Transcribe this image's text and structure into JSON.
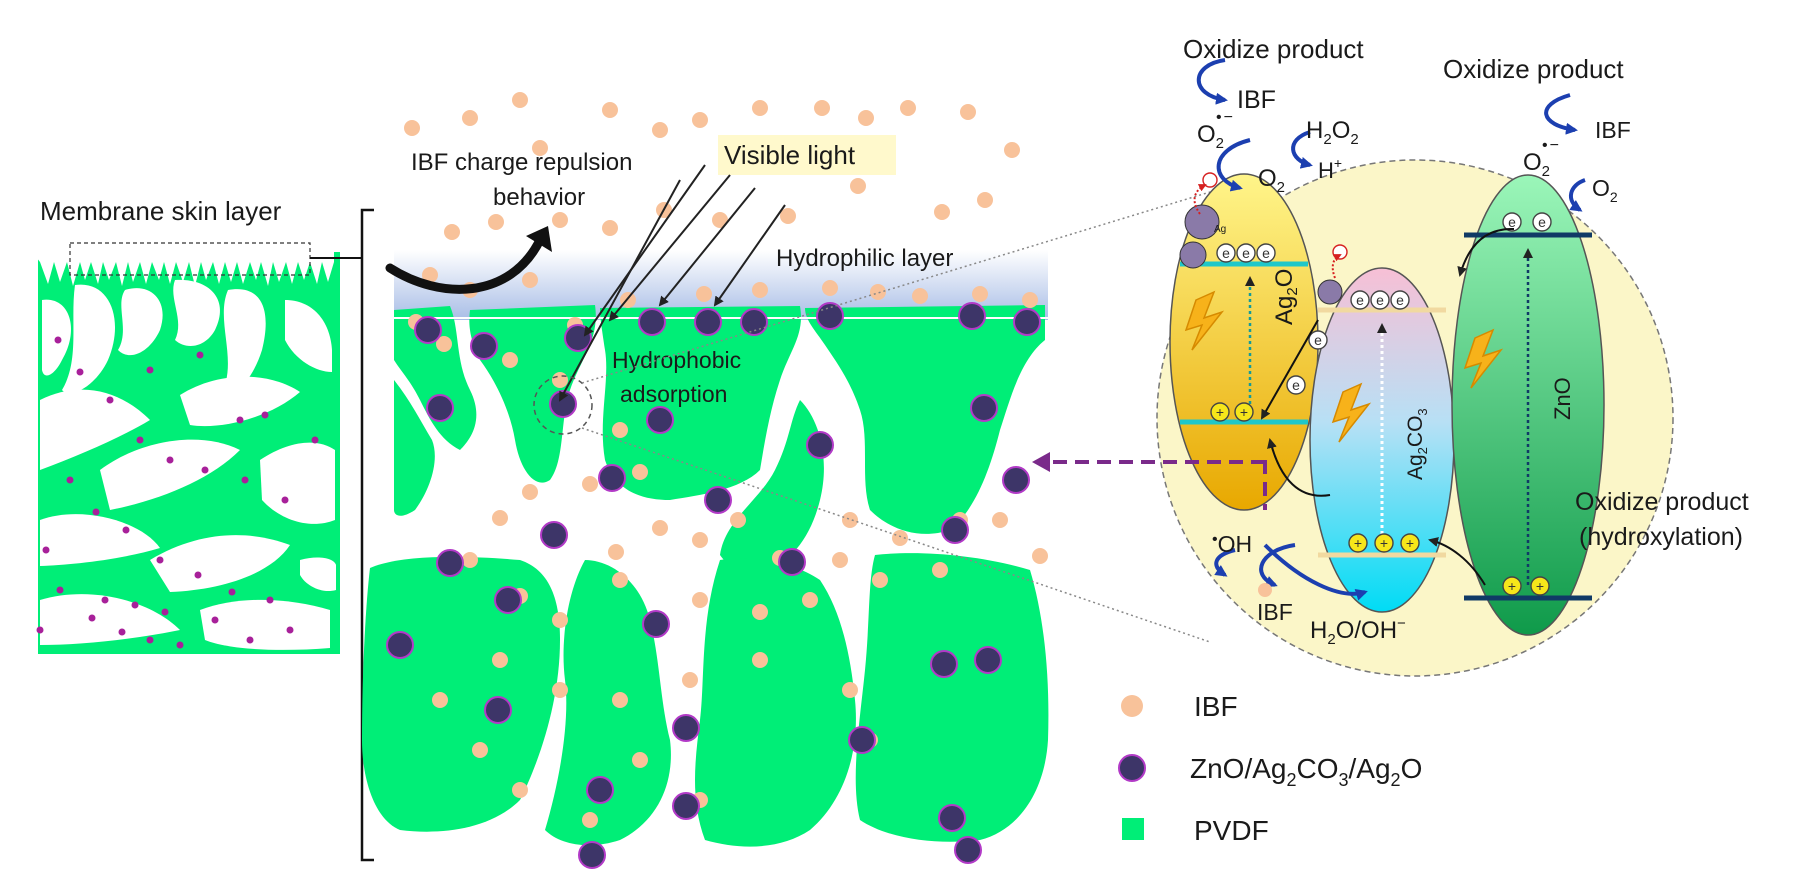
{
  "colors": {
    "pvdf": "#00ee77",
    "ibf": "#f8c29a",
    "particle_fill": "#3d3568",
    "particle_edge": "#b23ac7",
    "circle_bg": "#fbf6c8",
    "ag2o_top": "#fff58a",
    "ag2o_bottom": "#e8a800",
    "ag2co3_top": "#f7bfd5",
    "ag2co3_bottom": "#00dcf5",
    "zno_top": "#9bf6b9",
    "zno_bottom": "#0f9a4a",
    "highlight": "#fff9cc",
    "band": "#1fc7c9",
    "hole": "#f6e61a",
    "arrow_dashed": "#7a2a8a",
    "curl": "#1c3fb0"
  },
  "icons": {
    "electron": "electron-icon",
    "hole": "hole-icon",
    "lightning": "lightning-icon"
  },
  "labels": {
    "membrane_skin": "Membrane skin layer",
    "charge_repulsion_1": "IBF charge repulsion",
    "charge_repulsion_2": "behavior",
    "visible_light": "Visible light",
    "hydrophilic": "Hydrophilic layer",
    "hydrophobic_1": "Hydrophobic",
    "hydrophobic_2": "adsorption",
    "oxidize_1": "Oxidize product",
    "oxidize_2": "Oxidize product",
    "oxidize_3": "Oxidize product",
    "hydroxylation": "(hydroxylation)",
    "ibf_1": "IBF",
    "ibf_2": "IBF",
    "ibf_3": "IBF",
    "o2_1": "O",
    "o2_2": "O",
    "o2_3": "O",
    "o2_4": "O",
    "h2o2": "H",
    "hplus": "H",
    "oh": "OH",
    "h2o_oh": "H",
    "ag2o": "Ag",
    "ag2co3": "Ag",
    "zno": "ZnO",
    "ag_small": "Ag",
    "electron_sym": "e",
    "hole_sym": "+",
    "legend_ibf": "IBF",
    "legend_particle_a": "ZnO/Ag",
    "legend_particle_b": "CO",
    "legend_particle_c": "/Ag",
    "legend_particle_d": "O",
    "legend_pvdf": "PVDF",
    "sub_2": "2",
    "sub_3": "3",
    "sup_dot": "•",
    "sup_minus": "−",
    "sup_plus": "+",
    "h2o_tail": "O/OH",
    "h2o2_tail": "O"
  }
}
